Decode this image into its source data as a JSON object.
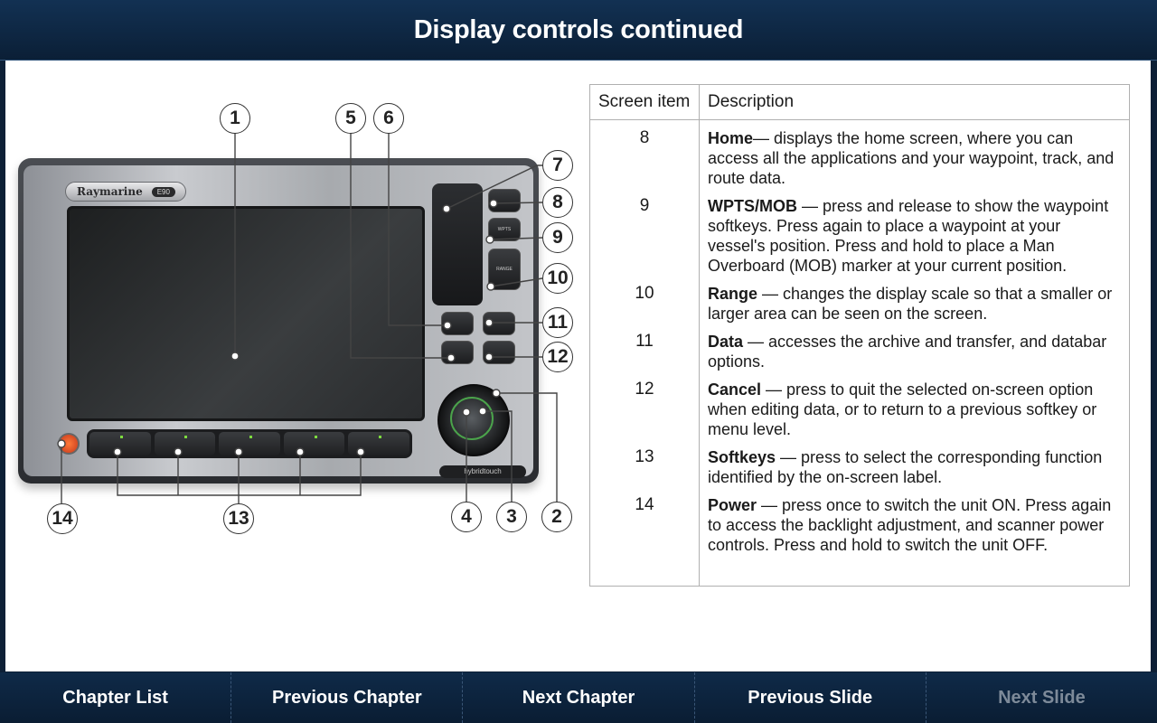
{
  "header": {
    "title": "Display controls continued"
  },
  "device": {
    "brand": "Raymarine",
    "model": "E90",
    "side_button_wpts": "WPTS",
    "side_button_range": "RANGE",
    "rotary_label": "hybridtouch"
  },
  "callouts": [
    "1",
    "5",
    "6",
    "7",
    "8",
    "9",
    "10",
    "11",
    "12",
    "14",
    "13",
    "4",
    "3",
    "2"
  ],
  "table": {
    "columns": [
      "Screen item",
      "Description"
    ],
    "rows": [
      {
        "item": "8",
        "title": "Home",
        "text": "— displays the home screen, where you can access all the applications and your waypoint, track, and route data."
      },
      {
        "item": "9",
        "title": "WPTS/MOB",
        "text": " — press and release to show the waypoint softkeys. Press again to place a waypoint at your vessel's position. Press and hold to place a Man Overboard (MOB) marker at your current position."
      },
      {
        "item": "10",
        "title": "Range",
        "text": " — changes the display scale so that a smaller or larger area can be seen on the screen."
      },
      {
        "item": "11",
        "title": "Data",
        "text": " — accesses the archive and transfer, and databar options."
      },
      {
        "item": "12",
        "title": "Cancel",
        "text": " — press to quit the selected on-screen option when editing data, or to return to a previous softkey or menu level."
      },
      {
        "item": "13",
        "title": "Softkeys",
        "text": " — press to select the corresponding function identified by the on-screen label."
      },
      {
        "item": "14",
        "title": "Power",
        "text": " — press once to switch the unit ON. Press again to access the backlight adjustment, and scanner power controls. Press and hold to switch the unit OFF."
      }
    ]
  },
  "footer": {
    "chapter_list": "Chapter List",
    "previous_chapter": "Previous Chapter",
    "next_chapter": "Next Chapter",
    "previous_slide": "Previous Slide",
    "next_slide": "Next Slide"
  }
}
